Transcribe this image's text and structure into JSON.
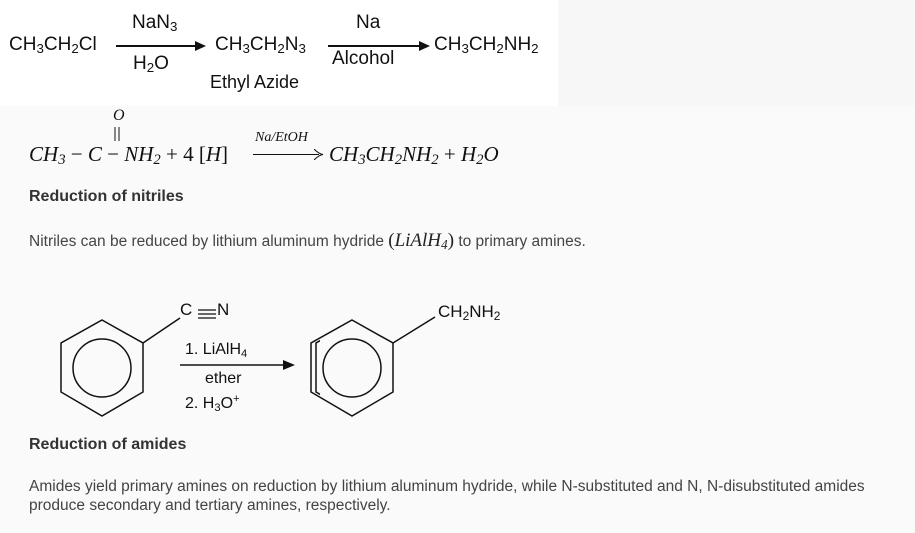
{
  "reaction1": {
    "reactant": "CH₃CH₂Cl",
    "reagent1_top": "NaN₃",
    "reagent1_bottom": "H₂O",
    "product1": "CH₃CH₂N₃",
    "product1_name": "Ethyl Azide",
    "reagent2_top": "Na",
    "reagent2_bottom": "Alcohol",
    "product2": "CH₃CH₂NH₂"
  },
  "reaction2": {
    "oxygen": "O",
    "lhs": "CH₃ − C − NH₂ + 4 [H]",
    "reagent": "Na/EtOH",
    "rhs": "CH₃CH₂NH₂ + H₂O"
  },
  "section1": {
    "heading": "Reduction of nitriles",
    "text_before": "Nitriles can be reduced by lithium aluminum hydride ",
    "formula": "(LiAlH₄)",
    "text_after": " to primary amines."
  },
  "reaction3": {
    "substituent1": "C≡N",
    "step1": "1. LiAlH₄",
    "solvent": "ether",
    "step2": "2. H₃O⁺",
    "substituent2": "CH₂NH₂"
  },
  "section2": {
    "heading": "Reduction of amides",
    "text": "Amides yield primary amines on reduction by lithium aluminum hydride, while N-substituted and N, N-disubstituted amides produce secondary and tertiary amines, respectively."
  }
}
